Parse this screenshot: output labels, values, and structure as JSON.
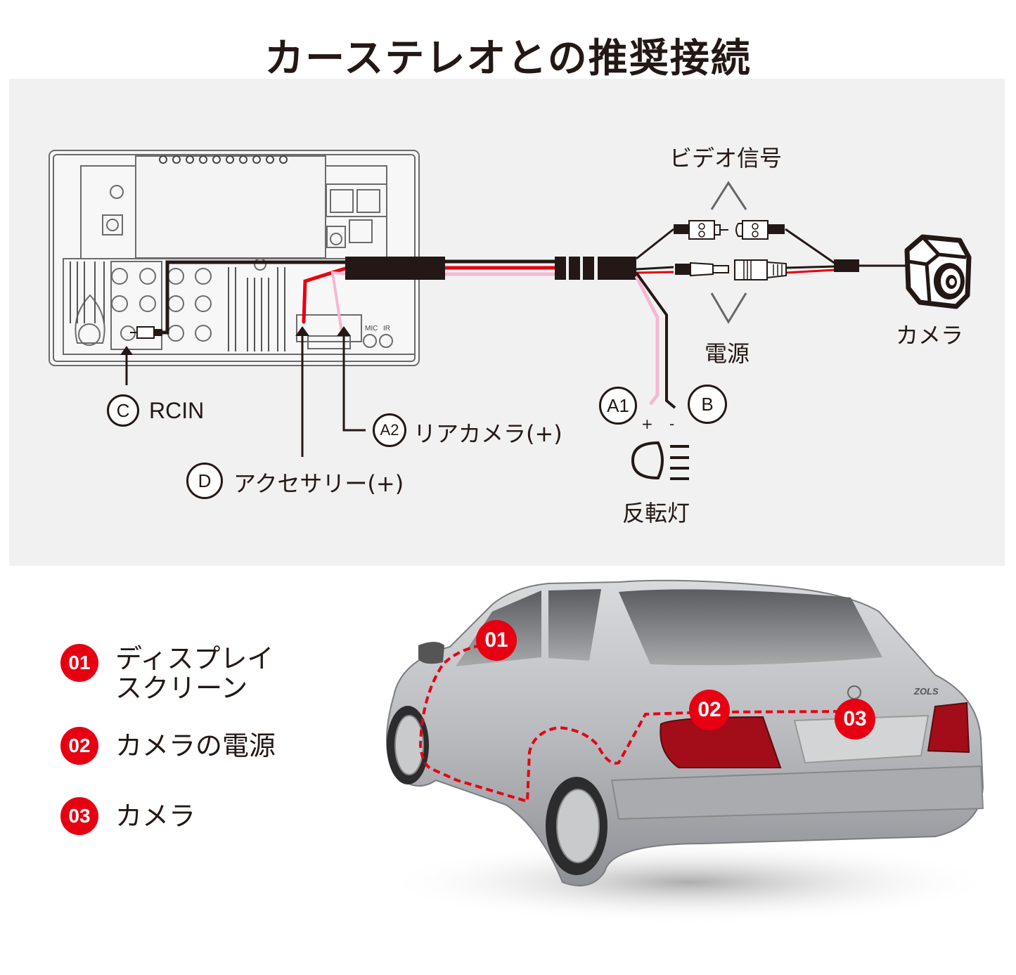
{
  "title": "カーステレオとの推奨接続",
  "diagram": {
    "labels": {
      "video_signal": "ビデオ信号",
      "power": "電源",
      "camera": "カメラ",
      "reverse_light": "反転灯",
      "plus": "+",
      "minus": "-",
      "mic": "MIC",
      "ir": "IR"
    },
    "connections": [
      {
        "badge": "C",
        "label": "RCIN"
      },
      {
        "badge": "A2",
        "label": "リアカメラ(+)"
      },
      {
        "badge": "D",
        "label": "アクセサリー(+)"
      },
      {
        "badge": "A1",
        "label": ""
      },
      {
        "badge": "B",
        "label": ""
      }
    ],
    "wire_colors": {
      "black": "#231815",
      "red": "#e60012",
      "pink": "#f5b8d2"
    },
    "icons": [
      "head-unit-back-panel",
      "rca-connector",
      "dc-power-connector",
      "rear-camera-icon",
      "reverse-light-icon"
    ]
  },
  "legend": [
    {
      "num": "01",
      "text": "ディスプレイ\nスクリーン",
      "line1": "ディスプレイ",
      "line2": "スクリーン"
    },
    {
      "num": "02",
      "text": "カメラの電源"
    },
    {
      "num": "03",
      "text": "カメラ"
    }
  ],
  "car": {
    "markers": [
      "01",
      "02",
      "03"
    ],
    "accent_color": "#e60012",
    "badge_text": "ZOLS"
  }
}
